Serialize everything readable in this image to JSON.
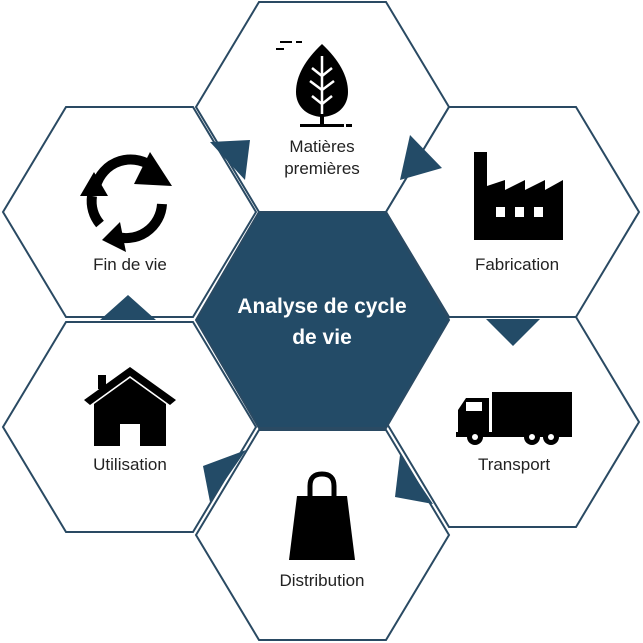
{
  "diagram": {
    "center": {
      "line1": "Analyse de cycle",
      "line2": "de vie"
    },
    "stages": {
      "raw_materials": {
        "line1": "Matières",
        "line2": "premières",
        "icon": "leaf-icon"
      },
      "manufacturing": {
        "label": "Fabrication",
        "icon": "factory-icon"
      },
      "transport": {
        "label": "Transport",
        "icon": "truck-icon"
      },
      "distribution": {
        "label": "Distribution",
        "icon": "shopping-bag-icon"
      },
      "use": {
        "label": "Utilisation",
        "icon": "house-icon"
      },
      "end_of_life": {
        "label": "Fin de vie",
        "icon": "recycle-icon"
      }
    },
    "colors": {
      "accent": "#234b67",
      "outline": "#2a4a63",
      "text": "#222222"
    }
  }
}
